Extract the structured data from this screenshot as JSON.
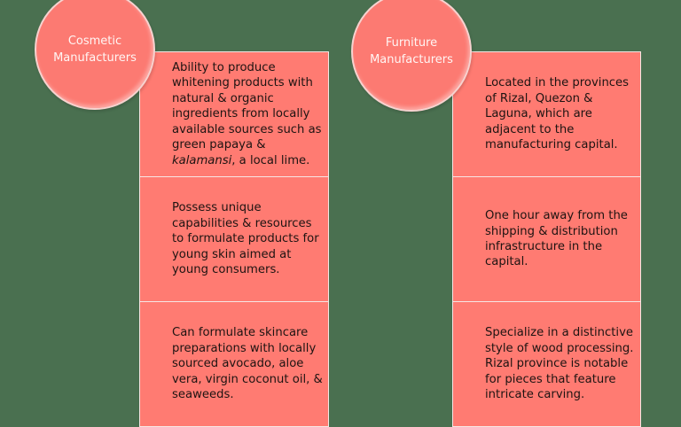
{
  "columns": [
    {
      "title_lines": [
        "Cosmetic",
        "Manufacturers"
      ],
      "items": [
        {
          "text_before": "Ability to produce whitening products with natural & organic ingredients from locally available sources such as green papaya & ",
          "text_italic": "kalamansi",
          "text_after": ", a local lime."
        },
        {
          "text": "Possess unique capabilities & resources to formulate products for young skin aimed at young consumers."
        },
        {
          "text": "Can formulate skincare preparations with locally sourced avocado, aloe vera, virgin coconut oil, & seaweeds."
        }
      ]
    },
    {
      "title_lines": [
        "Furniture",
        "Manufacturers"
      ],
      "items": [
        {
          "text": "Located in the provinces of Rizal, Quezon & Laguna, which are adjacent to the manufacturing capital."
        },
        {
          "text": "One hour away from the shipping & distribution infrastructure in the capital."
        },
        {
          "text": "Specialize in a distinctive style of wood processing. Rizal province is notable for pieces that feature intricate carving."
        }
      ]
    }
  ],
  "colors": {
    "background": "#4a7050",
    "box_fill": "#ff7b72",
    "circle_fill": "#fc7a72",
    "border": "#f7e6e4",
    "body_text": "#1e1412",
    "title_text": "#fff6f4"
  }
}
